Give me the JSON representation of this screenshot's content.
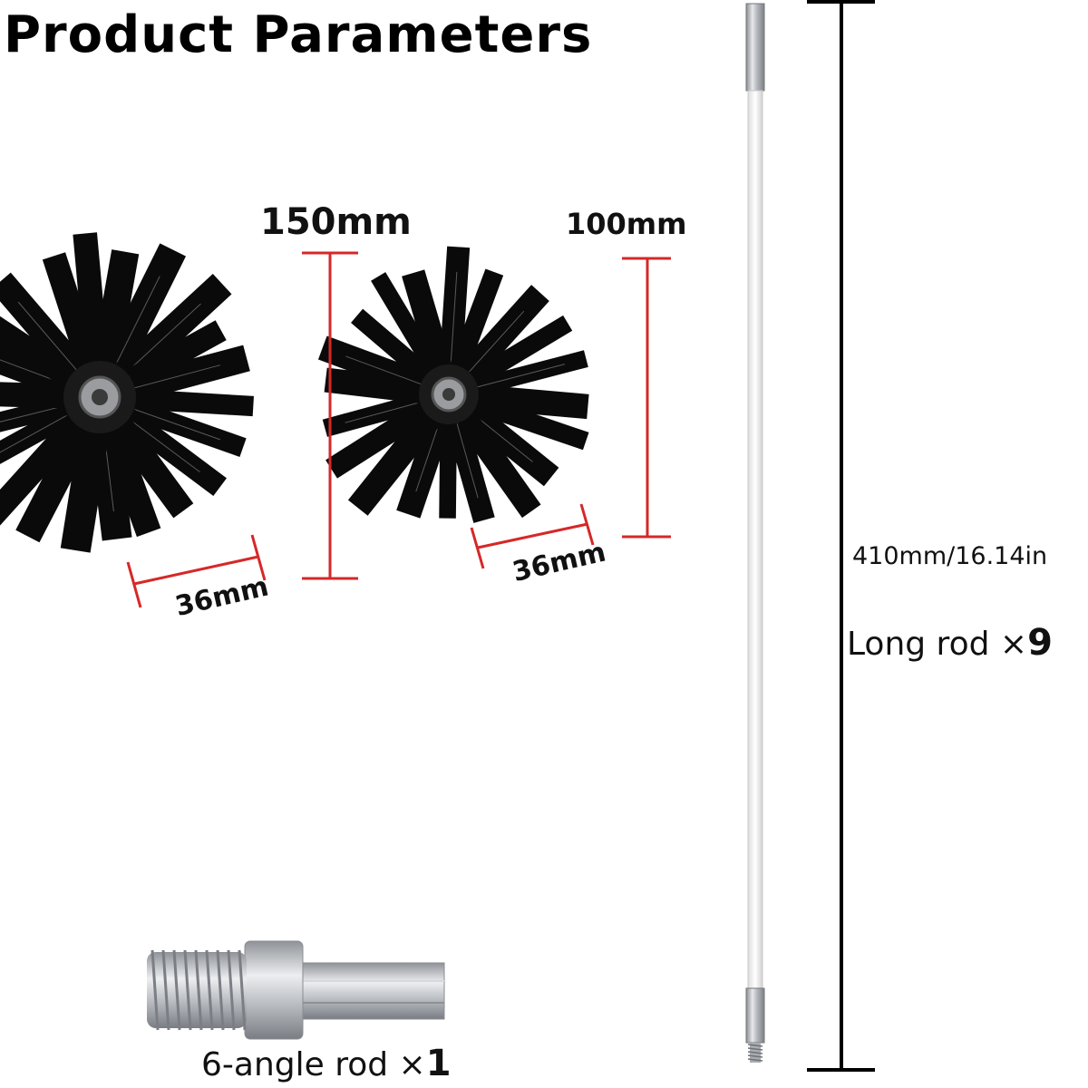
{
  "title": "Product Parameters",
  "large_brush": {
    "height": "150mm",
    "width": "36mm"
  },
  "small_brush": {
    "height": "100mm",
    "width": "36mm"
  },
  "long_rod": {
    "length": "410mm/16.14in",
    "label": "Long rod ×",
    "count": "9"
  },
  "adapter": {
    "label": "6-angle rod ×",
    "count": "1"
  },
  "colors": {
    "dimension_line": "#d62828",
    "brush": "#0a0a0a",
    "rod": "#ffffff",
    "metal": "#b9bcc1",
    "bracket": "#000000"
  }
}
